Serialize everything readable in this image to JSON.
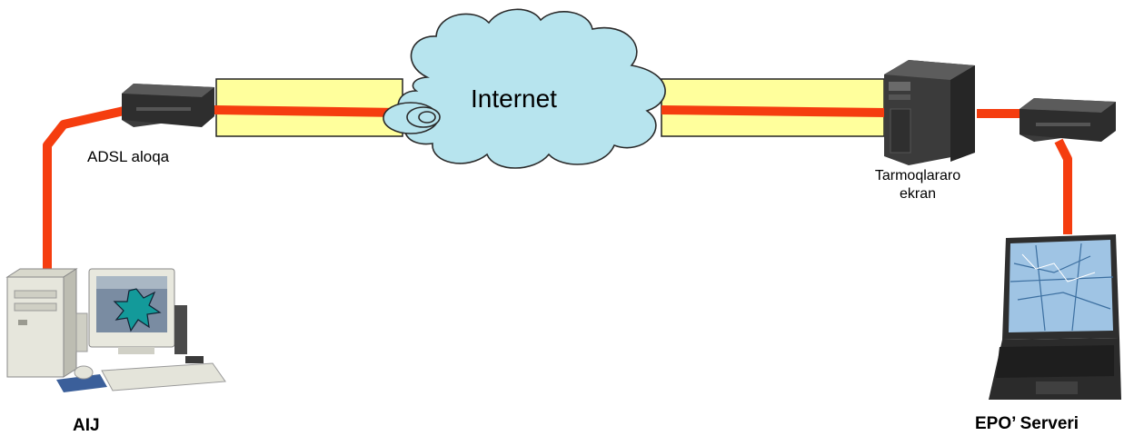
{
  "labels": {
    "adsl": "ADSL aloqa",
    "internet": "Internet",
    "firewall_line1": "Tarmoqlararo",
    "firewall_line2": "ekran",
    "workstation": "AIJ",
    "server": "EPO’ Serveri"
  },
  "colors": {
    "tunnel_fill": "#ffff9c",
    "link": "#f53d0f",
    "cloud_fill": "#b7e4ee",
    "device_dark": "#3a3a3a"
  }
}
